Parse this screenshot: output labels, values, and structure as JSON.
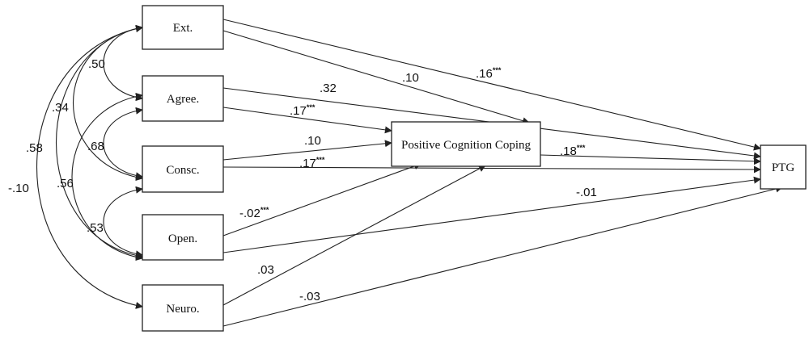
{
  "nodes": {
    "ext": "Ext.",
    "agree": "Agree.",
    "consc": "Consc.",
    "open": "Open.",
    "neuro": "Neuro.",
    "pcc": "Positive Cognition Coping",
    "ptg": "PTG"
  },
  "correlations": {
    "ext_agree": ".50",
    "ext_consc": ".34",
    "ext_open": ".58",
    "ext_neuro": "-.10",
    "agree_consc": ".68",
    "agree_open": ".56",
    "consc_open": ".53"
  },
  "paths": {
    "ext_pcc": ".10",
    "ext_ptg": ".16",
    "ext_ptg_sig": "***",
    "agree_ptg": ".32",
    "agree_pcc": ".17",
    "agree_pcc_sig": "***",
    "consc_pcc": ".10",
    "consc_ptg": ".17",
    "consc_ptg_sig": "***",
    "open_pcc": "-.02",
    "open_pcc_sig": "***",
    "open_ptg": "-.01",
    "neuro_pcc": ".03",
    "neuro_ptg": "-.03",
    "pcc_ptg": ".18",
    "pcc_ptg_sig": "***"
  }
}
